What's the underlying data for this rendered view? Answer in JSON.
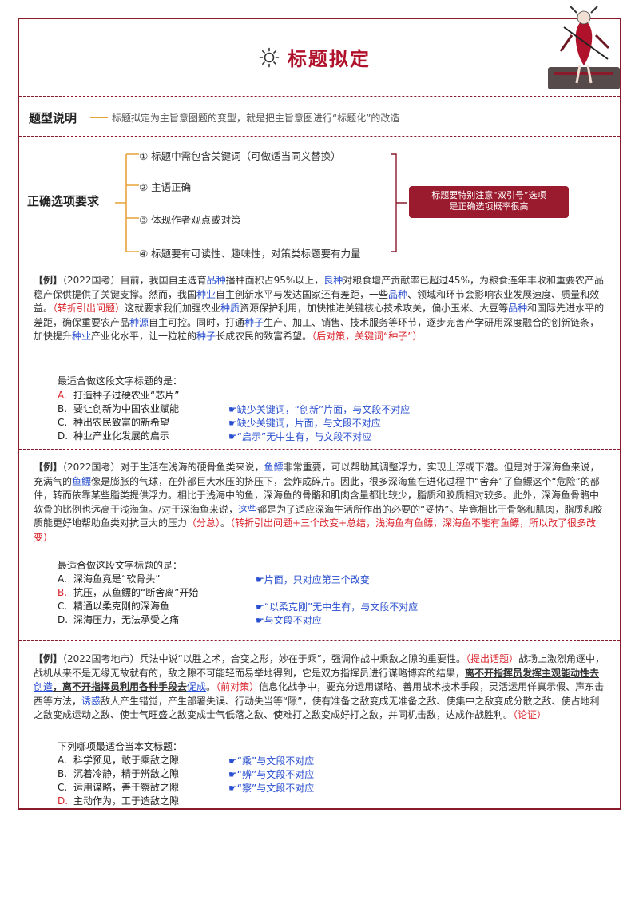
{
  "title": "标题拟定",
  "type_section": {
    "label": "题型说明",
    "text": "标题拟定为主旨意图题的变型，就是把主旨意图进行“标题化”的改造"
  },
  "requirements": {
    "label": "正确选项要求",
    "items": [
      "① 标题中需包含关键词（可做适当同义替换）",
      "② 主语正确",
      "③ 体现作者观点或对策",
      "④ 标题要有可读性、趣味性，对策类标题要有力量"
    ],
    "tip_line1": "标题要特别注意“双引号”选项",
    "tip_line2": "是正确选项概率很高"
  },
  "example1": {
    "tag": "【例】",
    "source": "（2022国考）",
    "body_a": "目前，我国自主选育",
    "kw1": "品种",
    "body_b": "播种面积占95%以上，",
    "kw2": "良种",
    "body_c": "对粮食增产贡献率已超过45%，为粮食连年丰收和重要农产品稳产保供提供了关键支撑。然而，我国",
    "kw3": "种业",
    "body_d": "自主创新水平与发达国家还有差距，一些",
    "kw4": "品种",
    "body_e": "、领域和环节会影响农业发展速度、质量和效益。",
    "mark1": "（转折引出问题）",
    "body_f": "这就要求我们加强农业",
    "kw5": "种质",
    "body_g": "资源保护利用，加快推进关键核心技术攻关，偏小玉米、大豆等",
    "kw6": "品种",
    "body_h": "和国际先进水平的差距，确保重要农产品",
    "kw7": "种源",
    "body_i": "自主可控。同时，打通",
    "kw8": "种子",
    "body_j": "生产、加工、销售、技术服务等环节，逐步完善产学研用深度融合的创新链条，加快提升",
    "kw9": "种业",
    "body_k": "产业化水平，让一粒粒的",
    "kw10": "种子",
    "body_l": "长成农民的致富希望。",
    "mark2": "（后对策，关键词“种子”）",
    "question": "最适合做这段文字标题的是：",
    "options": [
      {
        "letter": "A.",
        "text": "打造种子过硬农业“芯片”",
        "note": ""
      },
      {
        "letter": "B.",
        "text": "要让创新为中国农业赋能",
        "note": "☛缺少关键词，“创新”片面，与文段不对应"
      },
      {
        "letter": "C.",
        "text": "种出农民致富的新希望",
        "note": "☛缺少关键词，片面，与文段不对应"
      },
      {
        "letter": "D.",
        "text": "种业产业化发展的启示",
        "note": "☛“启示”无中生有，与文段不对应"
      }
    ]
  },
  "example2": {
    "tag": "【例】",
    "source": "（2022国考）",
    "body_a": "对于生活在浅海的硬骨鱼类来说，",
    "kw1": "鱼鳔",
    "body_b": "非常重要，可以帮助其调整浮力，实现上浮或下潜。但是对于深海鱼来说，充满气的",
    "kw2": "鱼鳔",
    "body_c": "像是膨胀的气球，在外部巨大水压的挤压下，会炸成碎片。因此，很多深海鱼在进化过程中“舍弃”了鱼鳔这个“危险”的部件，转而依靠某些脂类提供浮力。相比于浅海中的鱼，深海鱼的骨骼和肌肉含量都比较少，脂质和胶质相对较多。此外，深海鱼骨骼中软骨的比例也远高于浅海鱼。/对于深海鱼来说，",
    "kw3": "这些",
    "body_d": "都是为了适应深海生活所作出的必要的“妥协”。毕竟相比于骨骼和肌肉，脂质和胶质能更好地帮助鱼类对抗巨大的压力",
    "mark1": "（分总）",
    "body_e": "。",
    "mark2": "（转折引出问题+三个改变+总结，浅海鱼有鱼鳔，深海鱼不能有鱼鳔，所以改了很多改变）",
    "question": "最适合做这段文字标题的是：",
    "options": [
      {
        "letter": "A.",
        "text": "深海鱼竟是“软骨头”",
        "note": "☛片面，只对应第三个改变"
      },
      {
        "letter": "B.",
        "text": "抗压，从鱼鳔的“断舍离”开始",
        "note": ""
      },
      {
        "letter": "C.",
        "text": "精通以柔克刚的深海鱼",
        "note": "☛“以柔克刚”无中生有，与文段不对应"
      },
      {
        "letter": "D.",
        "text": "深海压力，无法承受之痛",
        "note": "☛与文段不对应"
      }
    ]
  },
  "example3": {
    "tag": "【例】",
    "source": "（2022国考地市）",
    "body_a": "兵法中说“以胜之术，合变之形，妙在于乘”，强调作战中乘敌之隙的重要性。",
    "mark1": "（提出话题）",
    "body_b": "战场上激烈角逐中，战机从来不是无缘无故就有的，敌之隙不可能轻而易举地得到，它是双方指挥员进行谋略博弈的结果，",
    "emph1": "离不开指挥员发挥主观能动性去",
    "kw1": "创造",
    "emph2": "，离不开指挥员利用各种手段去",
    "kw2": "促成",
    "body_c": "。",
    "mark2": "（前对策）",
    "body_d": "信息化战争中，要充分运用谋略、善用战术技术手段，灵活运用佯真示假、声东击西等方法，",
    "kw3": "诱惑",
    "body_e": "敌人产生错觉，产生部署失误、行动失当等“隙”，使有准备之敌变成无准备之敌、使集中之敌变成分散之敌、使占地利之敌变成运动之敌、使士气旺盛之敌变成士气低落之敌、使难打之敌变成好打之敌，并同机击敌，达成作战胜利。",
    "mark3": "（论证）",
    "question": "下列哪项最适合当本文标题：",
    "options": [
      {
        "letter": "A.",
        "text": "科学预见，敢于乘敌之隙",
        "note": "☛“乘”与文段不对应"
      },
      {
        "letter": "B.",
        "text": "沉着冷静，精于辨敌之隙",
        "note": "☛“辨”与文段不对应"
      },
      {
        "letter": "C.",
        "text": "运用谋略，善于察敌之隙",
        "note": "☛“察”与文段不对应"
      },
      {
        "letter": "D.",
        "text": "主动作为，工于造敌之隙",
        "note": ""
      }
    ]
  },
  "colors": {
    "frame": "#8b1a2b",
    "accent_red": "#d9222a",
    "keyword_blue": "#2a4fcf",
    "tip_bg": "#9b1b2e",
    "bracket": "#e7a33c"
  }
}
